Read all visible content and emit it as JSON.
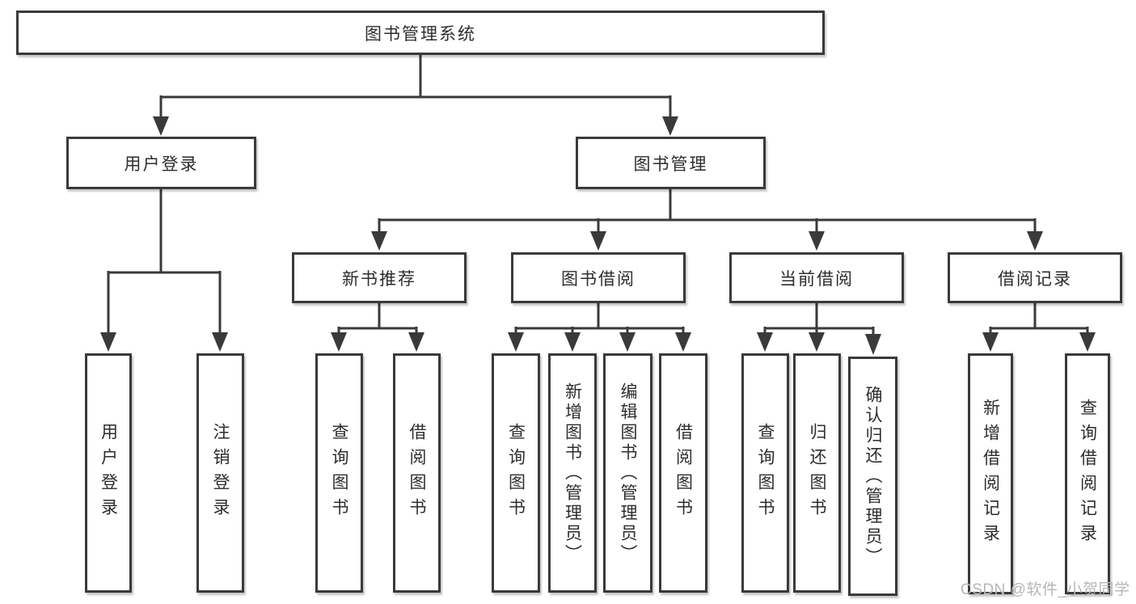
{
  "diagram": {
    "root": "图书管理系统",
    "branches": [
      {
        "label": "用户登录",
        "children": [
          "用户登录",
          "注销登录"
        ]
      },
      {
        "label": "图书管理",
        "children": [
          {
            "label": "新书推荐",
            "children": [
              "查询图书",
              "借阅图书"
            ]
          },
          {
            "label": "图书借阅",
            "children": [
              "查询图书",
              "新增图书（管理员）",
              "编辑图书（管理员）",
              "借阅图书"
            ]
          },
          {
            "label": "当前借阅",
            "children": [
              "查询图书",
              "归还图书",
              "确认归还（管理员）"
            ]
          },
          {
            "label": "借阅记录",
            "children": [
              "新增借阅记录",
              "查询借阅记录"
            ]
          }
        ]
      }
    ],
    "watermark": "CSDN @软件_小贺同学",
    "colors": {
      "line": "#3a3a3a",
      "text": "#2d2d2d",
      "watermark": "#b6b6b6",
      "background": "#ffffff"
    }
  }
}
